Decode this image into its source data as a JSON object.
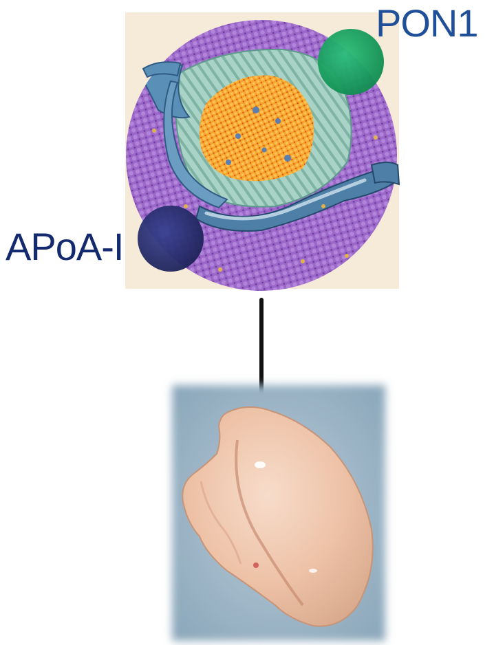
{
  "labels": {
    "pon1": "PON1",
    "apoa1": "APoA-I"
  },
  "colors": {
    "label_pon1": "#1f4f98",
    "label_apoa1": "#142a6e",
    "particle_shell": "#9b67c8",
    "particle_shell_dark": "#6f3fa0",
    "particle_background": "#f6ead9",
    "core": "#f5a52c",
    "core_dots": "#d84b12",
    "phospholipid_tails": "#8fc3b4",
    "apolipoprotein_band": "#4e7fa6",
    "pon1_disc": "#17a35f",
    "apoa1_disc": "#2a2f72",
    "arrow": "#111111",
    "tissue_background": "#9fb8c9",
    "tissue": "#f1cdb6"
  },
  "icons": {
    "particle": "hdl-particle-illustration",
    "pon1_marker": "pon1-disc-icon",
    "apoa1_marker": "apoa1-disc-icon",
    "arrow": "down-arrow-icon",
    "tissue": "tissue-specimen-photo"
  }
}
